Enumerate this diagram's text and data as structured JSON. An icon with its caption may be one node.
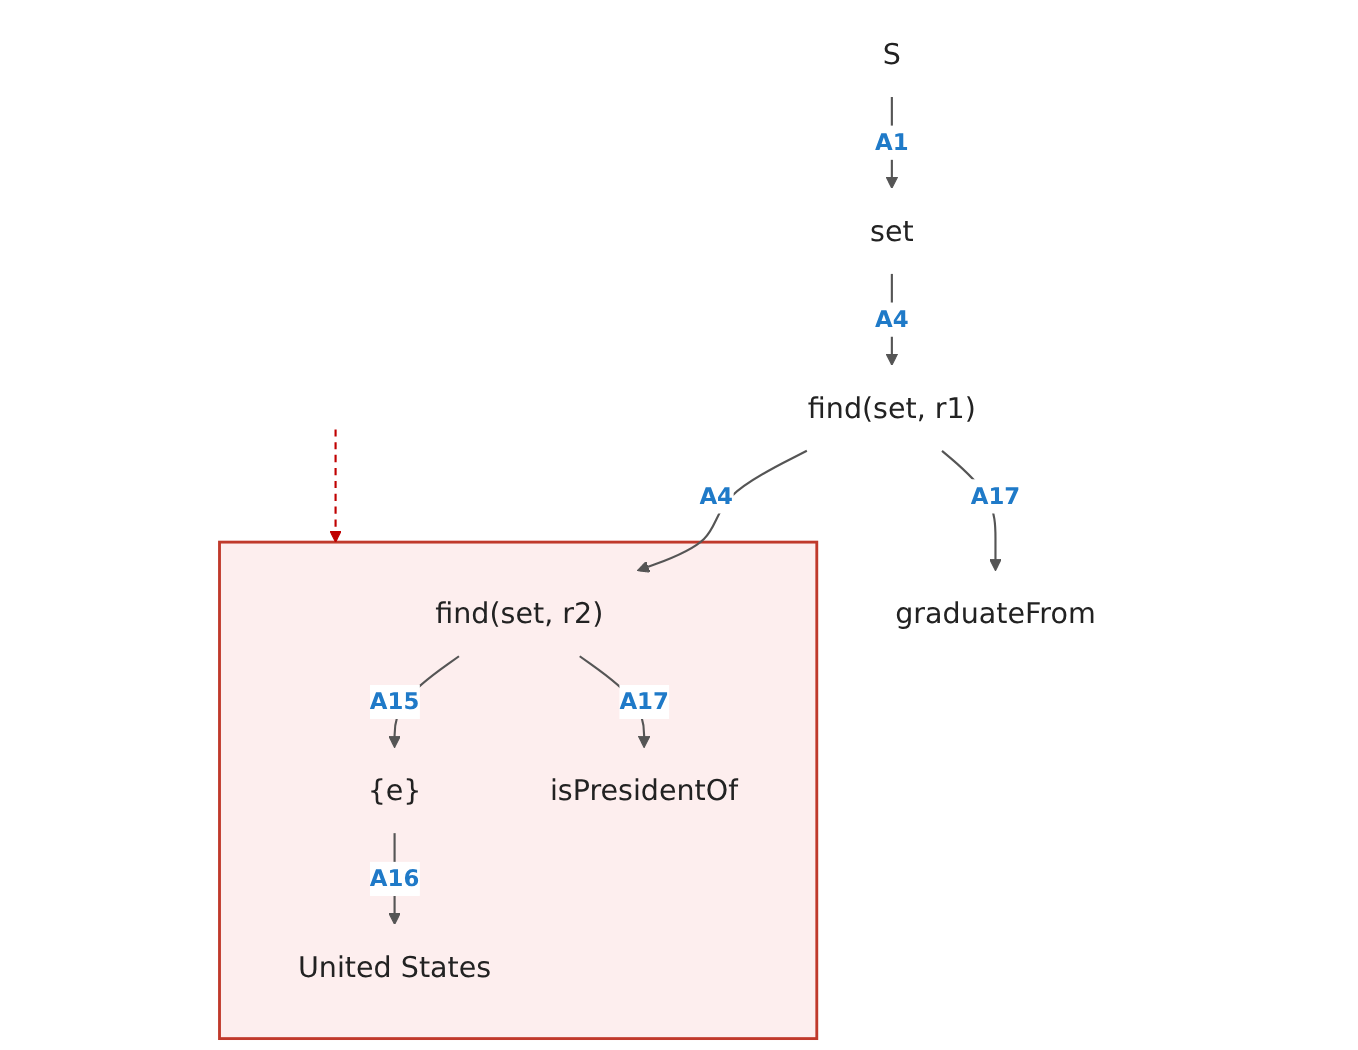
{
  "diagram": {
    "nodes": [
      {
        "text": [
          "S"
        ]
      },
      {
        "text": [
          "set"
        ]
      },
      {
        "text": [
          "find(set, r1)"
        ]
      },
      {
        "text": [
          "graduateFrom"
        ]
      },
      {
        "text": [],
        "shape": "cloud"
      },
      {
        "text": [
          "find(set, r2)"
        ],
        "in": 4
      },
      {
        "text": [
          "{e}"
        ],
        "in": 4
      },
      {
        "text": [
          "isPresidentOf"
        ],
        "in": 4
      },
      {
        "text": [
          "United States"
        ],
        "in": 4
      }
    ],
    "edges": [
      {
        "from": 0,
        "to": 1,
        "arrow": "to",
        "label": "A1"
      },
      {
        "from": 1,
        "to": 2,
        "arrow": "to",
        "label": "A4"
      },
      {
        "from": 2,
        "to": 5,
        "arrow": "to",
        "label": "A4"
      },
      {
        "from": 2,
        "to": 3,
        "arrow": "to",
        "label": "A17"
      },
      {
        "from": 5,
        "to": 6,
        "arrow": "to",
        "label": "A15"
      },
      {
        "from": 5,
        "to": 7,
        "arrow": "to",
        "label": "A17"
      },
      {
        "from": 6,
        "to": 8,
        "arrow": "to",
        "label": "A16"
      },
      {
        "from": null,
        "to": 4,
        "arrow": "to",
        "style": "dashed",
        "color": "#c00000"
      }
    ]
  }
}
